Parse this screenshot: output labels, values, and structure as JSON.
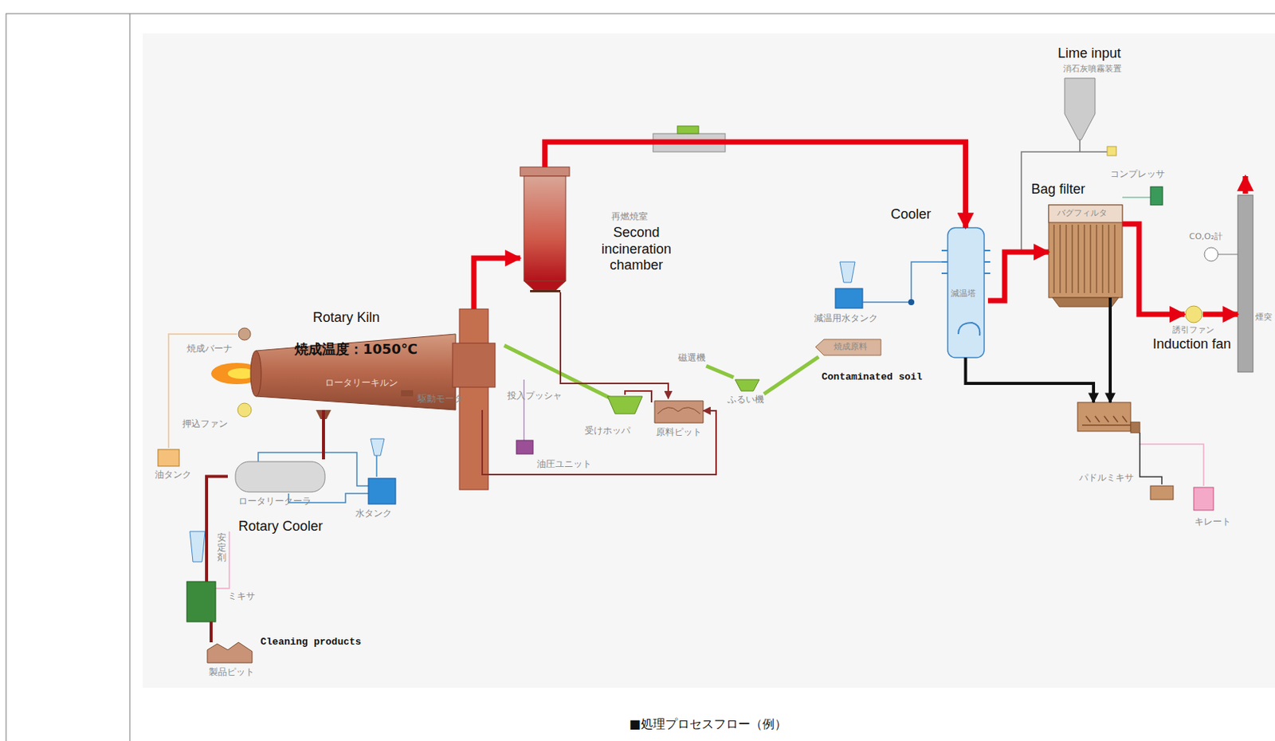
{
  "diagram": {
    "caption": "■処理プロセスフロー（例）",
    "nodes": [
      {
        "text": [
          "Rotary Kiln",
          "ロータリーキルン"
        ]
      },
      {
        "text": [
          "再燃焼室",
          "Second incineration chamber"
        ]
      },
      {
        "text": [
          "Cooler",
          "減温塔"
        ]
      },
      {
        "text": [
          "Bag filter",
          "バグフィルタ"
        ]
      },
      {
        "text": [
          "誘引ファン",
          "Induction fan"
        ]
      },
      {
        "text": [
          "煙突"
        ]
      },
      {
        "text": [
          "パドルミキサ"
        ]
      },
      {
        "text": [
          "原料ピット"
        ]
      },
      {
        "text": [
          "ロータリークーラ",
          "Rotary Cooler"
        ]
      },
      {
        "text": [
          "ミキサ"
        ]
      },
      {
        "text": [
          "Cleaning products",
          "製品ピット"
        ]
      }
    ],
    "edges": [
      {
        "from": 0,
        "to": 1,
        "arrow": "to"
      },
      {
        "from": 1,
        "to": 2,
        "arrow": "to"
      },
      {
        "from": 2,
        "to": 3,
        "arrow": "to"
      },
      {
        "from": 3,
        "to": 4,
        "arrow": "to"
      },
      {
        "from": 4,
        "to": 5,
        "arrow": "to"
      },
      {
        "from": 2,
        "to": 6,
        "arrow": "to"
      },
      {
        "from": 3,
        "to": 6,
        "arrow": "to"
      },
      {
        "from": 1,
        "to": 7,
        "arrow": "to"
      },
      {
        "from": 0,
        "to": 7,
        "arrow": "to"
      },
      {
        "from": 0,
        "to": 8,
        "arrow": "none"
      },
      {
        "from": 8,
        "to": 9,
        "arrow": "none"
      },
      {
        "from": 9,
        "to": 10,
        "arrow": "none"
      }
    ],
    "labels": [
      "Lime input",
      "消石灰噴霧装置",
      "コンプレッサ",
      "CO,O₂計",
      "減温用水タンク",
      "焼成温度：1050℃",
      "焼成バーナ",
      "押込ファン",
      "駆動モータ",
      "投入プッシャ",
      "油圧ユニット",
      "受けホッパ",
      "磁選機",
      "ふるい機",
      "焼成原料",
      "Contaminated soil",
      "油タンク",
      "水タンク",
      "安定剤",
      "キレート"
    ]
  }
}
